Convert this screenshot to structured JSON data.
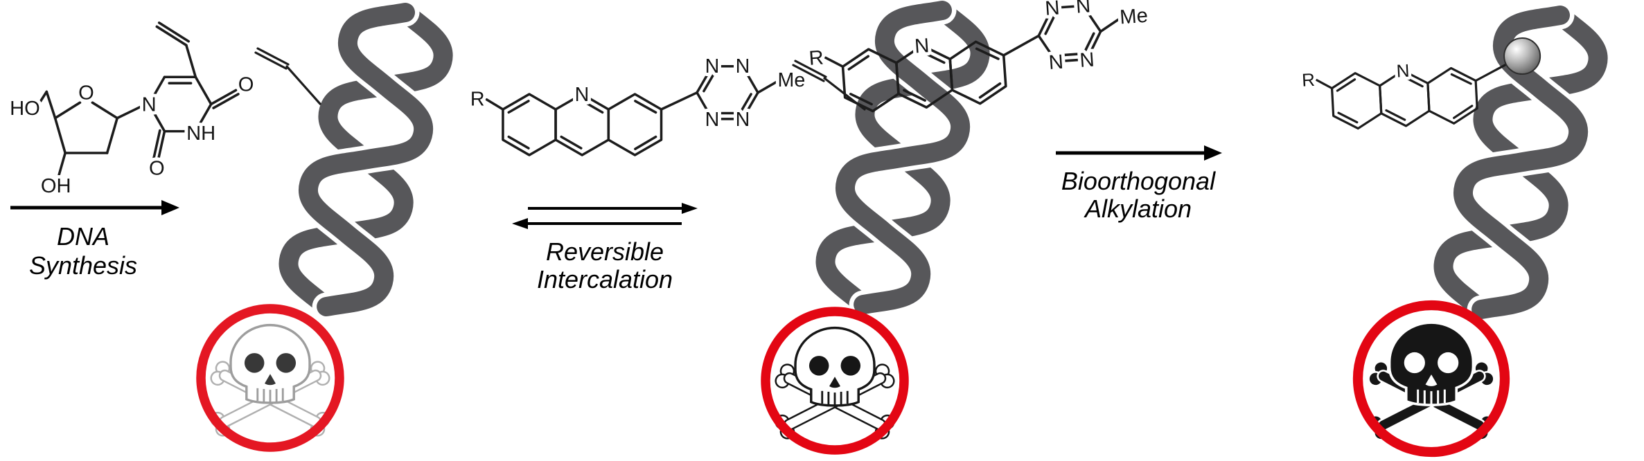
{
  "captions": {
    "synthesis_line1": "DNA",
    "synthesis_line2": "Synthesis",
    "intercalation_line1": "Reversible",
    "intercalation_line2": "Intercalation",
    "alkylation_line1": "Bioorthogonal",
    "alkylation_line2": "Alkylation"
  },
  "atoms": {
    "N": "N",
    "NH": "NH",
    "O": "O",
    "HO": "HO",
    "OH": "OH",
    "R": "R",
    "Me": "Me"
  },
  "colors": {
    "helix_gray": "#57575a",
    "hazard_red": "#e30613"
  },
  "icons": {
    "hazard_symbol": "skull-crossbones"
  }
}
